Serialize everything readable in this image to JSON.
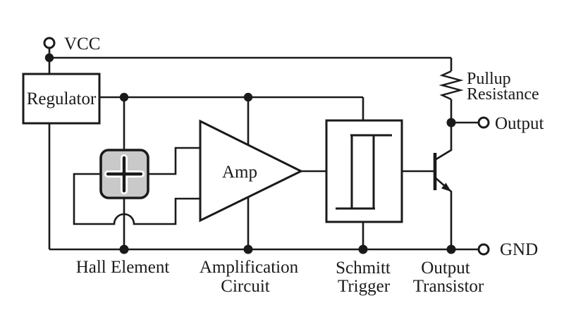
{
  "diagram": {
    "terminals": {
      "vcc_label": "VCC",
      "output_label": "Output",
      "gnd_label": "GND"
    },
    "blocks": {
      "regulator_label": "Regulator",
      "amp_label": "Amp"
    },
    "pullup": {
      "line1": "Pullup",
      "line2": "Resistance"
    },
    "captions": {
      "hall_element": "Hall Element",
      "amplification_line1": "Amplification",
      "amplification_line2": "Circuit",
      "schmitt_line1": "Schmitt",
      "schmitt_line2": "Trigger",
      "transistor_line1": "Output",
      "transistor_line2": "Transistor"
    },
    "colors": {
      "line": "#1a1a1a",
      "hall_fill": "#c9c9c9",
      "background": "#ffffff"
    }
  }
}
